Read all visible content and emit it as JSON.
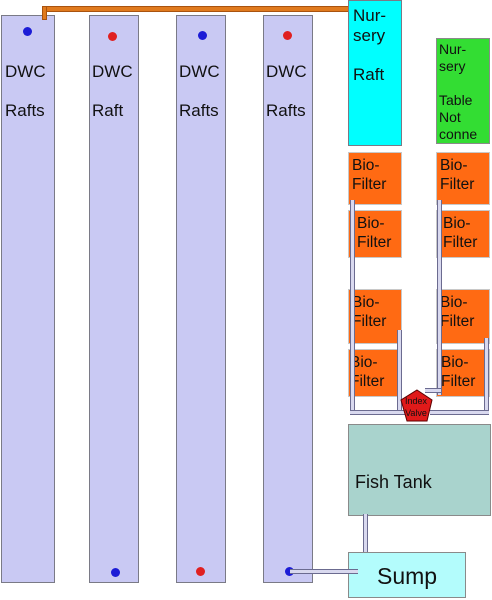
{
  "colors": {
    "raft": "#c9c9f3",
    "dot_blue": "#1c1cd6",
    "dot_red": "#e02020",
    "nursery_raft": "#00ffff",
    "nursery_table": "#33dd33",
    "biofilter": "#ff6a13",
    "fish_tank": "#a9d3cd",
    "sump": "#b3fcfc",
    "index_valve": "#e01a1a",
    "feed_pipe": "#e07a1e"
  },
  "rafts": [
    {
      "line1": "DWC",
      "line2": "Rafts",
      "top_dot": "blue",
      "bottom_dot": "none"
    },
    {
      "line1": "DWC",
      "line2": "Raft",
      "top_dot": "red",
      "bottom_dot": "blue"
    },
    {
      "line1": "DWC",
      "line2": "Rafts",
      "top_dot": "blue",
      "bottom_dot": "red"
    },
    {
      "line1": "DWC",
      "line2": "Rafts",
      "top_dot": "red",
      "bottom_dot": "blue"
    }
  ],
  "nursery_raft": {
    "line1": "Nur-",
    "line2": "sery",
    "line3": "Raft"
  },
  "nursery_table": {
    "line1": "Nur-",
    "line2": "sery",
    "line3": "Table",
    "line4": "Not",
    "line5": "conne"
  },
  "biofilter": {
    "line1": "Bio-",
    "line2": "Filter"
  },
  "index_valve": {
    "line1": "Index",
    "line2": "Valve"
  },
  "fish_tank": {
    "label": "Fish Tank"
  },
  "sump": {
    "label": "Sump"
  }
}
